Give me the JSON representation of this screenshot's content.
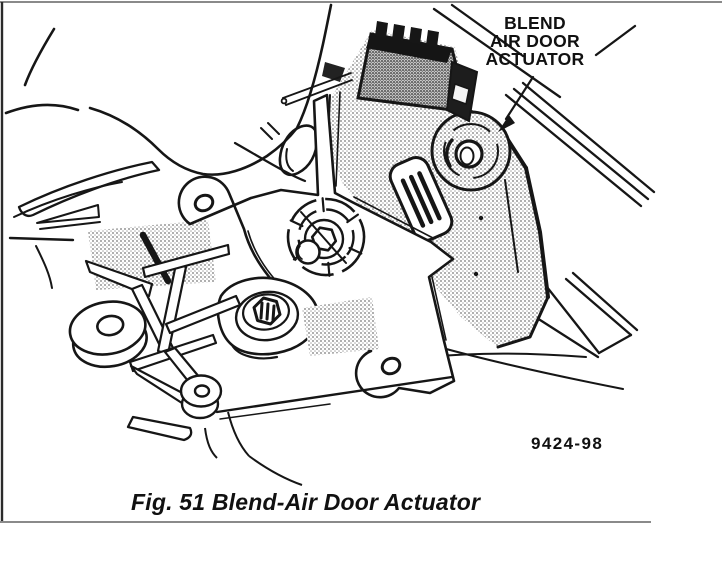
{
  "figure": {
    "callout": {
      "line1": "BLEND",
      "line2": "AIR DOOR",
      "line3": "ACTUATOR"
    },
    "drawing_number": "9424-98",
    "caption": "Fig. 51 Blend-Air Door Actuator",
    "colors": {
      "ink": "#161616",
      "background": "#ffffff",
      "rule_gray": "#8a8a8a"
    }
  }
}
